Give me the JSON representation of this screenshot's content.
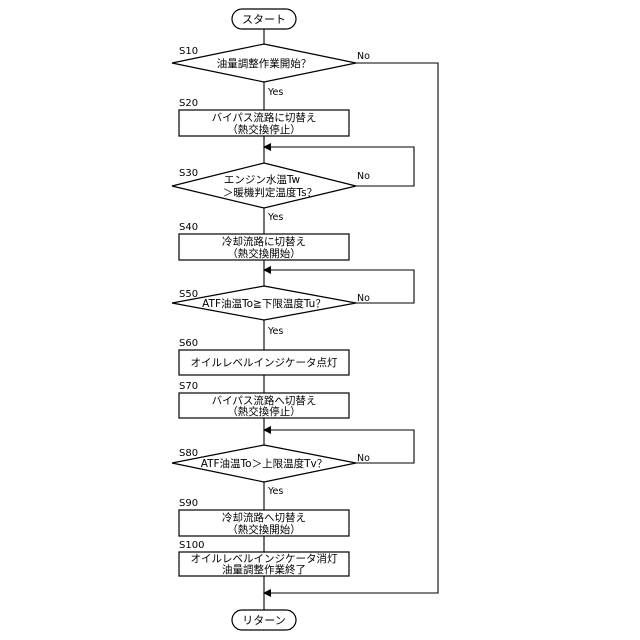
{
  "start": "スタート",
  "end": "リターン",
  "yes": "Yes",
  "no": "No",
  "steps": {
    "s10": {
      "label": "S10",
      "lines": [
        "油量調整作業開始？"
      ]
    },
    "s20": {
      "label": "S20",
      "lines": [
        "バイパス流路に切替え",
        "（熱交換停止）"
      ]
    },
    "s30": {
      "label": "S30",
      "lines": [
        "エンジン水温Tw",
        "＞暖機判定温度Ts？"
      ]
    },
    "s40": {
      "label": "S40",
      "lines": [
        "冷却流路に切替え",
        "（熱交換開始）"
      ]
    },
    "s50": {
      "label": "S50",
      "lines": [
        "ATF油温To≧下限温度Tu？"
      ]
    },
    "s60": {
      "label": "S60",
      "lines": [
        "オイルレベルインジケータ点灯"
      ]
    },
    "s70": {
      "label": "S70",
      "lines": [
        "バイパス流路へ切替え",
        "（熱交換停止）"
      ]
    },
    "s80": {
      "label": "S80",
      "lines": [
        "ATF油温To＞上限温度Tv？"
      ]
    },
    "s90": {
      "label": "S90",
      "lines": [
        "冷却流路へ切替え",
        "（熱交換開始）"
      ]
    },
    "s100": {
      "label": "S100",
      "lines": [
        "オイルレベルインジケータ消灯",
        "油量調整作業終了"
      ]
    }
  }
}
